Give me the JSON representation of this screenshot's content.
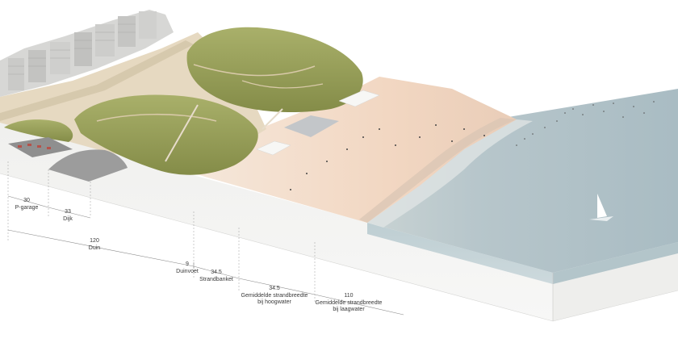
{
  "dimensions": [
    {
      "value": "30",
      "label": "P-garage"
    },
    {
      "value": "33",
      "label": "Dijk"
    },
    {
      "value": "120",
      "label": "Duin"
    },
    {
      "value": "9",
      "label": "Duinvoet"
    },
    {
      "value": "34.5",
      "label": "Strandbanket"
    },
    {
      "value": "34.5",
      "label": "Gemiddelde strandbreedte",
      "label2": "bij hoogwater"
    },
    {
      "value": "110",
      "label": "Gemiddelde strandbreedte",
      "label2": "bij laagwater"
    }
  ],
  "colors": {
    "sea": "#aebfc6",
    "sea_side": "#bccdd2",
    "sand": "#f3ddca",
    "dune": "#9aa35a",
    "ground_side": "#f2f2f1",
    "promenade": "#e2d3b8"
  }
}
